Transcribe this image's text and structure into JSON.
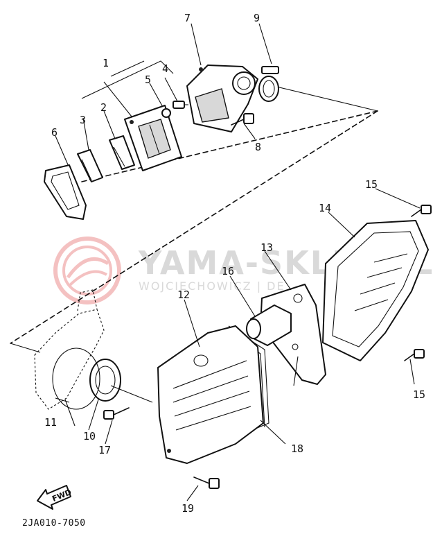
{
  "watermark": {
    "title": "YAMA-SKLEP.PL",
    "subtitle": "WOJCIECHOWICZ | DE",
    "logo_color": "#e05050",
    "text_color": "#d9d9d9"
  },
  "callouts": [
    "1",
    "2",
    "3",
    "4",
    "5",
    "6",
    "7",
    "8",
    "9",
    "10",
    "11",
    "12",
    "13",
    "14",
    "15",
    "15",
    "16",
    "17",
    "18",
    "19"
  ],
  "fwd_label": "FWD",
  "drawing_code": "2JA010-7050"
}
